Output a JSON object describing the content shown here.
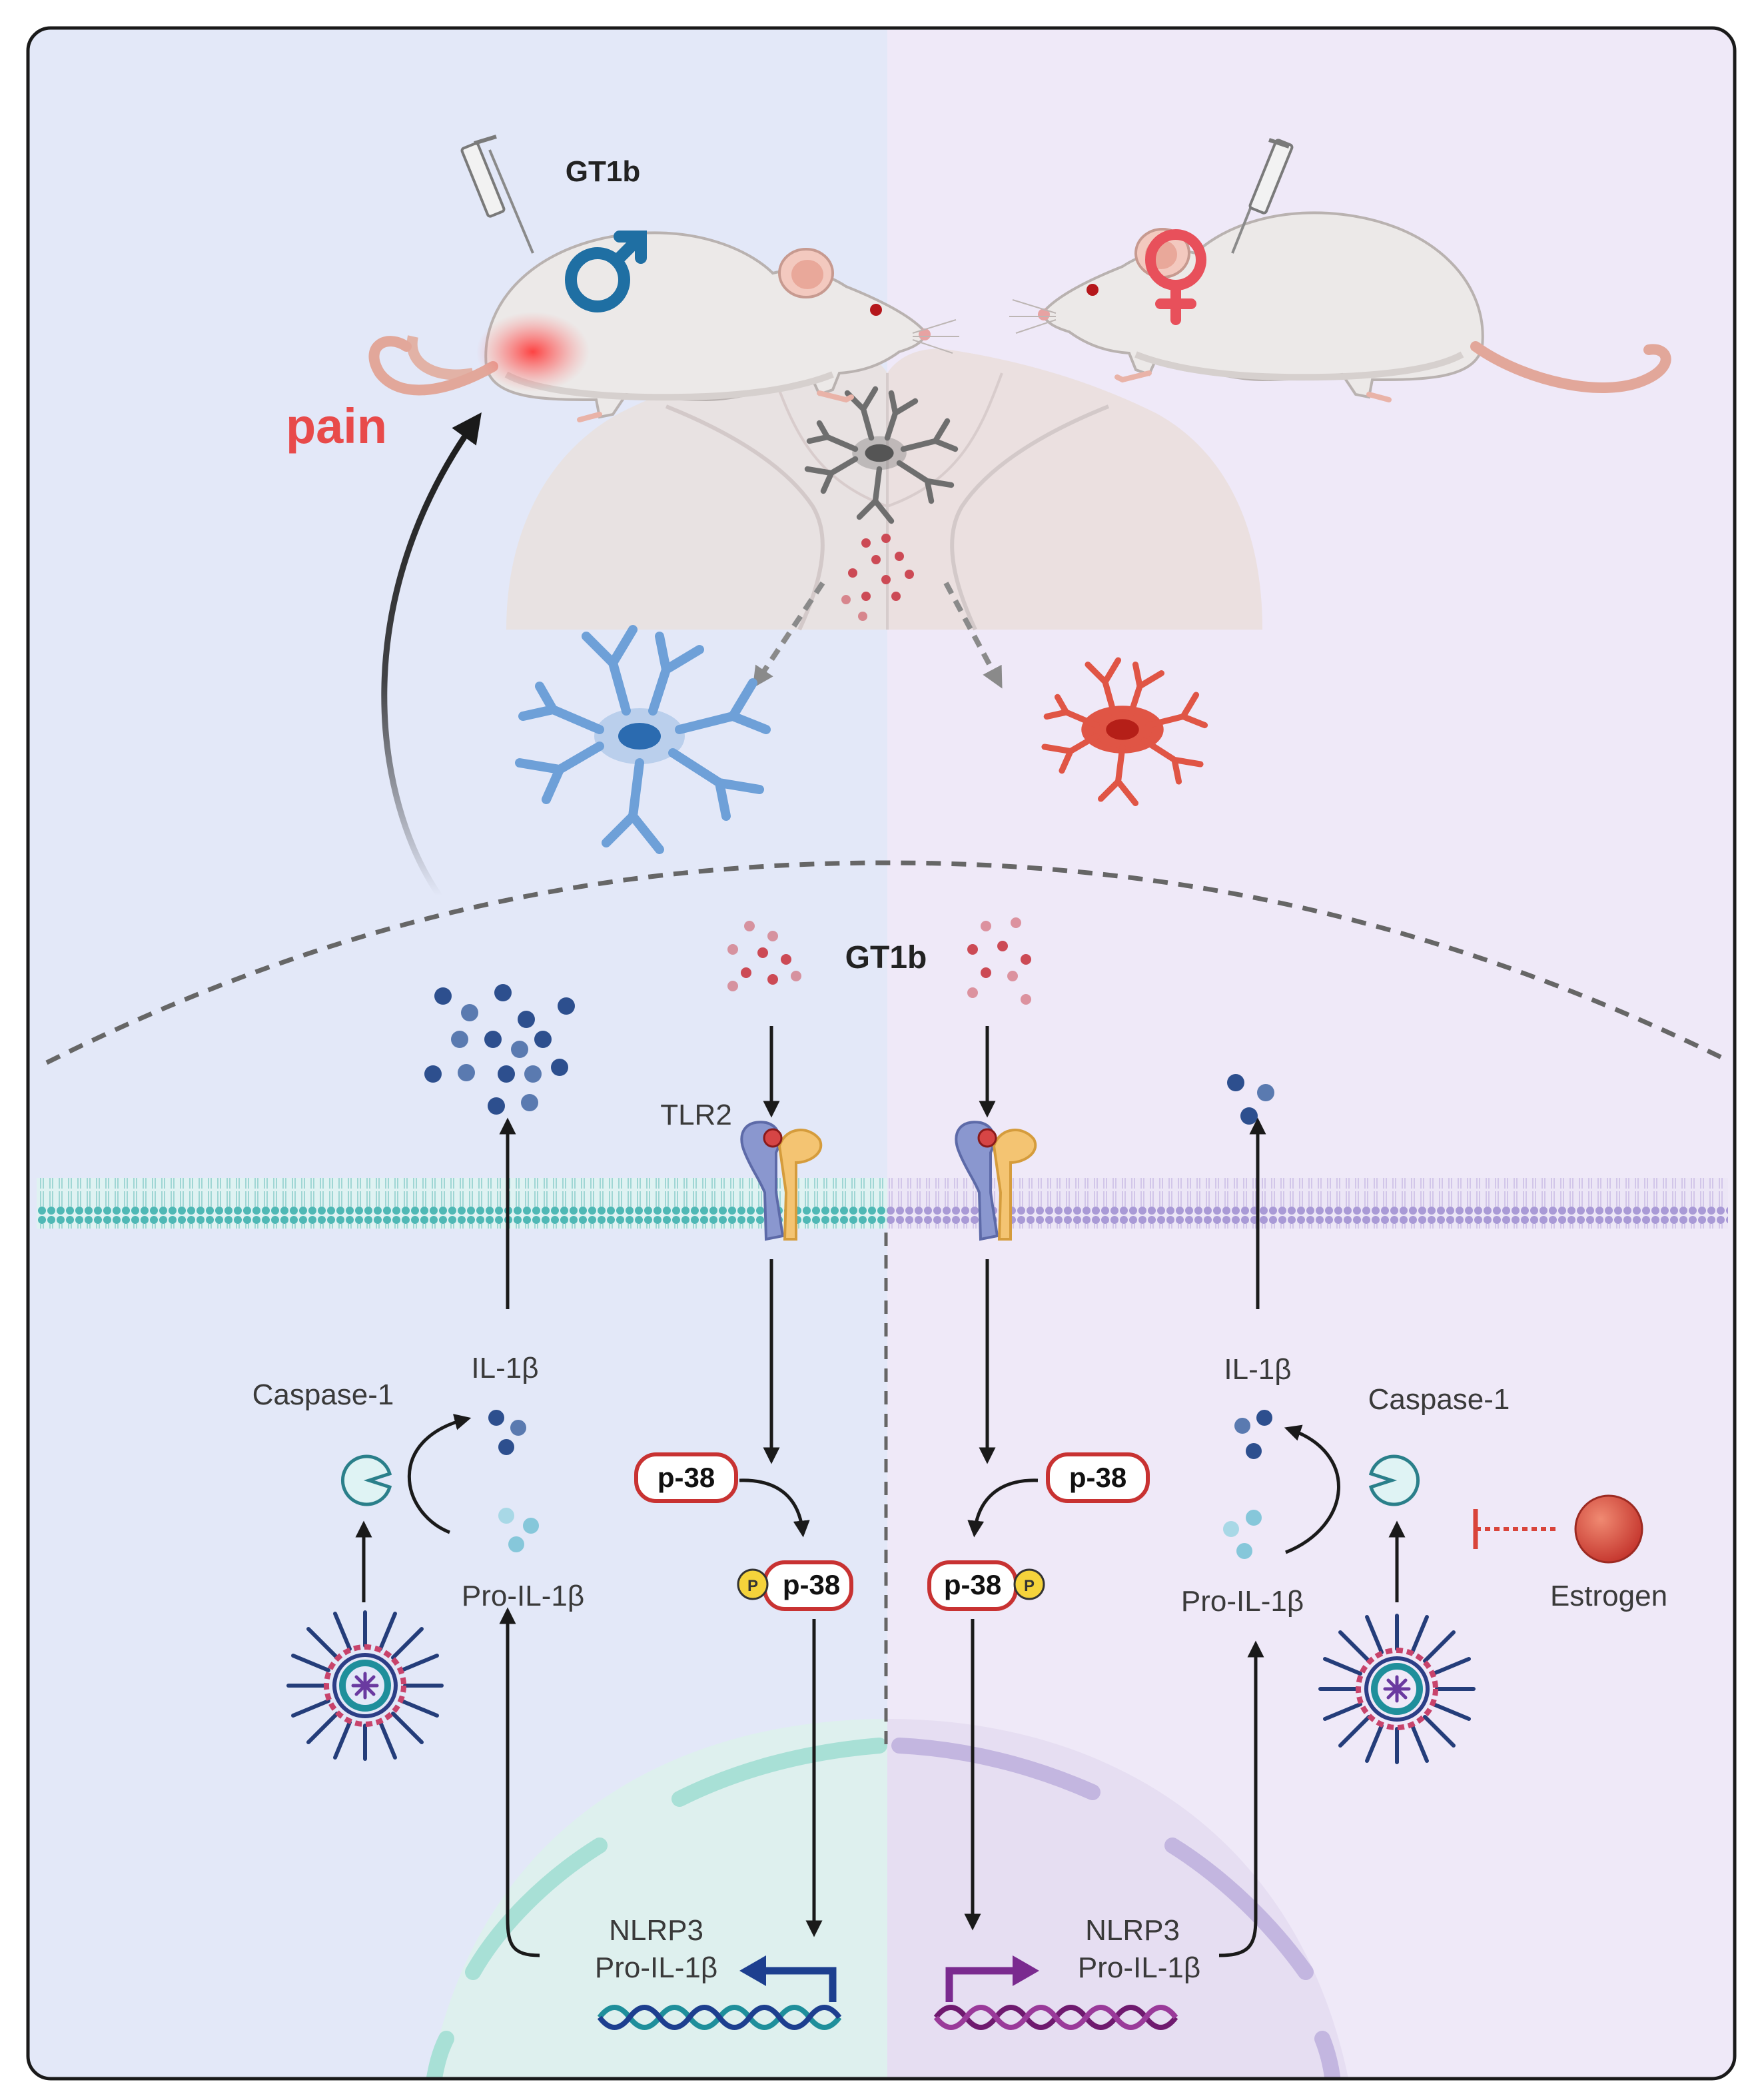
{
  "colors": {
    "left_bg": "#e3e8f8",
    "right_bg": "#efe9f8",
    "male_symbol": "#1f6fa3",
    "female_symbol": "#e8505b",
    "pain": "#e84a4a",
    "membrane_left": "#4fb8b5",
    "membrane_right": "#a99ad6",
    "p38_border": "#c83232",
    "phospho": "#f5d33b",
    "il1b_dark": "#2d4f8e",
    "pro_il1b": "#86c7da",
    "estrogen": "#d9443a",
    "promoter_left": "#1d3f8f",
    "promoter_right": "#7a2a8f",
    "dna_left": "#1f8f9b",
    "dna_right": "#6f1a6f"
  },
  "labels": {
    "gt1b_top": "GT1b",
    "pain": "pain",
    "gt1b_mid": "GT1b",
    "tlr2": "TLR2",
    "il1b_left": "IL-1β",
    "caspase_left": "Caspase-1",
    "pro_left": "Pro-IL-1β",
    "p38_upper_left": "p-38",
    "p38_lower_left": "p-38",
    "phospho_left": "P",
    "nlrp3_left": "NLRP3",
    "pro_gene_left": "Pro-IL-1β",
    "il1b_right": "IL-1β",
    "caspase_right": "Caspase-1",
    "pro_right": "Pro-IL-1β",
    "p38_upper_right": "p-38",
    "p38_lower_right": "p-38",
    "phospho_right": "P",
    "estrogen": "Estrogen",
    "nlrp3_right": "NLRP3",
    "pro_gene_right": "Pro-IL-1β"
  },
  "icons": {
    "male": "male-symbol-icon",
    "female": "female-symbol-icon",
    "syringe": "syringe-icon",
    "mouse": "mouse-icon",
    "spinal_cord": "spinal-cord-icon",
    "microglia": "microglia-icon",
    "tlr2": "tlr2-receptor-icon",
    "inflammasome": "inflammasome-icon",
    "caspase": "caspase-icon",
    "dna": "dna-icon"
  }
}
